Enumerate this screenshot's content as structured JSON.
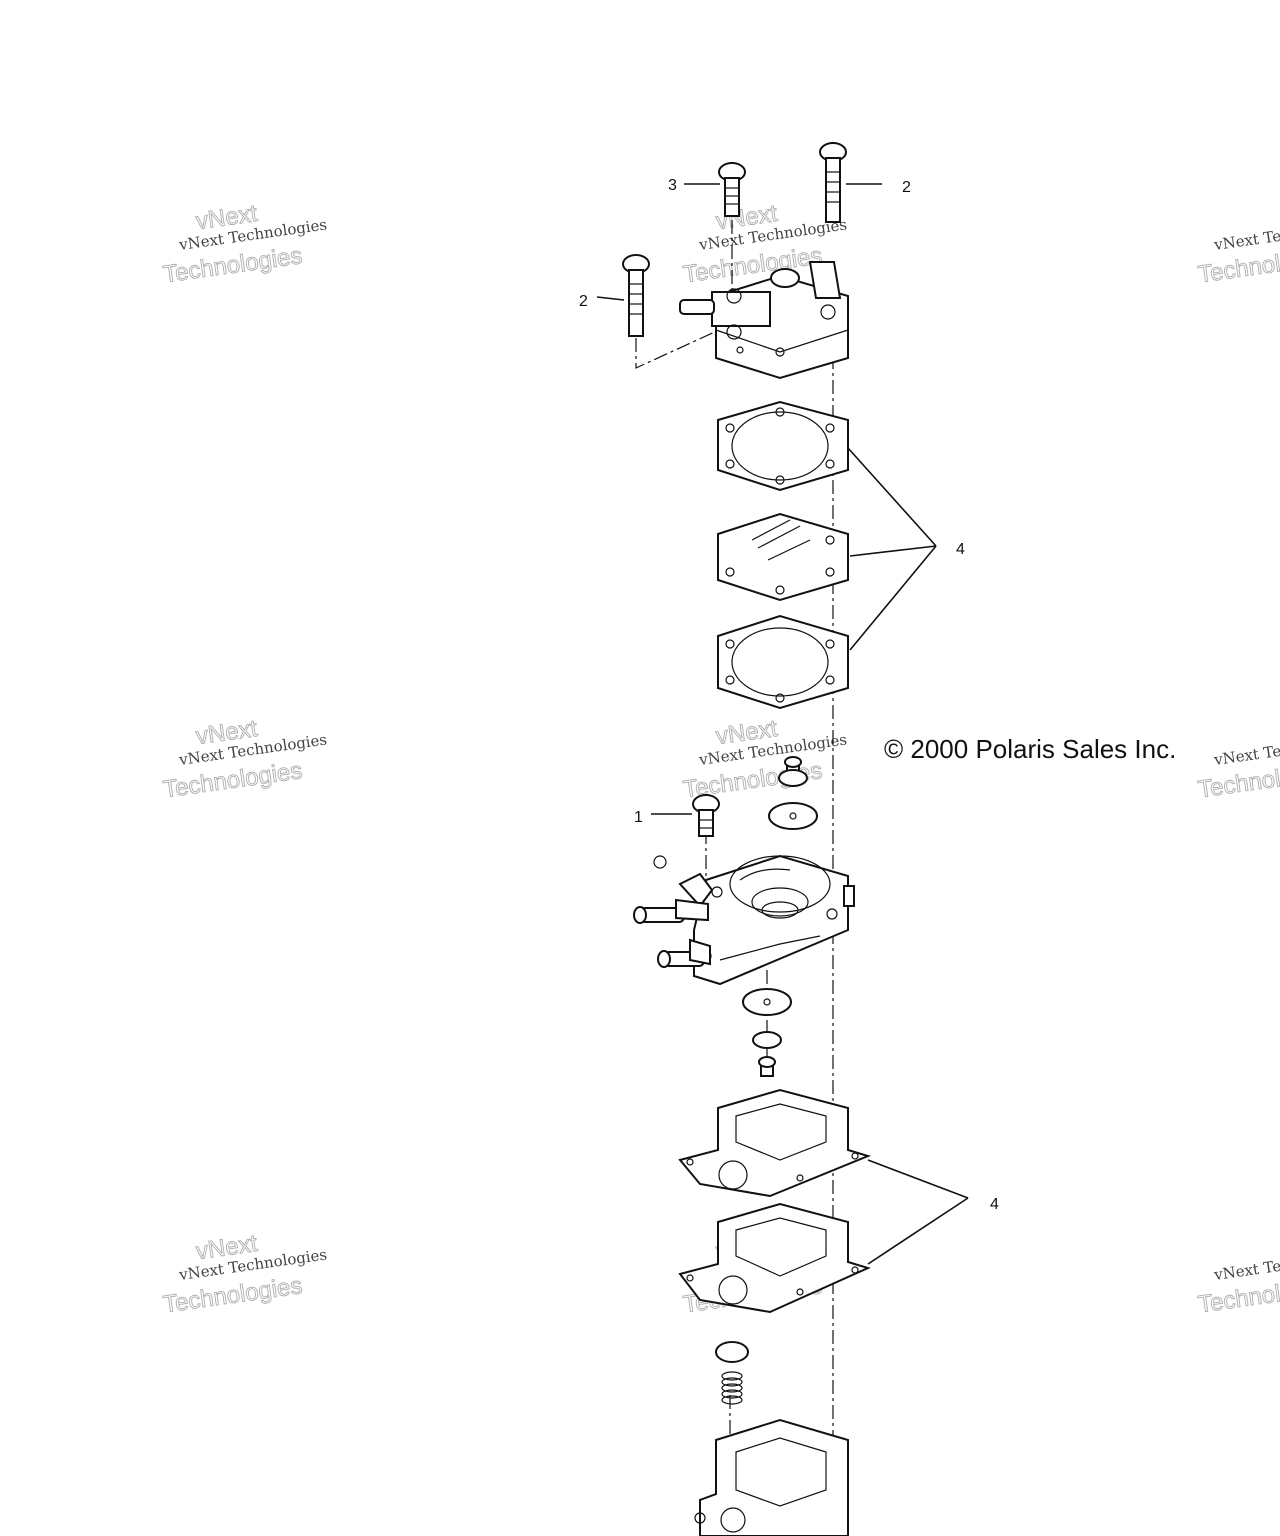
{
  "diagram": {
    "copyright": "© 2000 Polaris Sales Inc.",
    "callouts": [
      {
        "id": "callout-3",
        "text": "3"
      },
      {
        "id": "callout-2-top",
        "text": "2"
      },
      {
        "id": "callout-2-left",
        "text": "2"
      },
      {
        "id": "callout-4-upper",
        "text": "4"
      },
      {
        "id": "callout-1",
        "text": "1"
      },
      {
        "id": "callout-4-lower",
        "text": "4"
      }
    ]
  },
  "watermark": {
    "line1": "vNext Technologies",
    "line2": "vNext",
    "line3": "Technologies"
  }
}
